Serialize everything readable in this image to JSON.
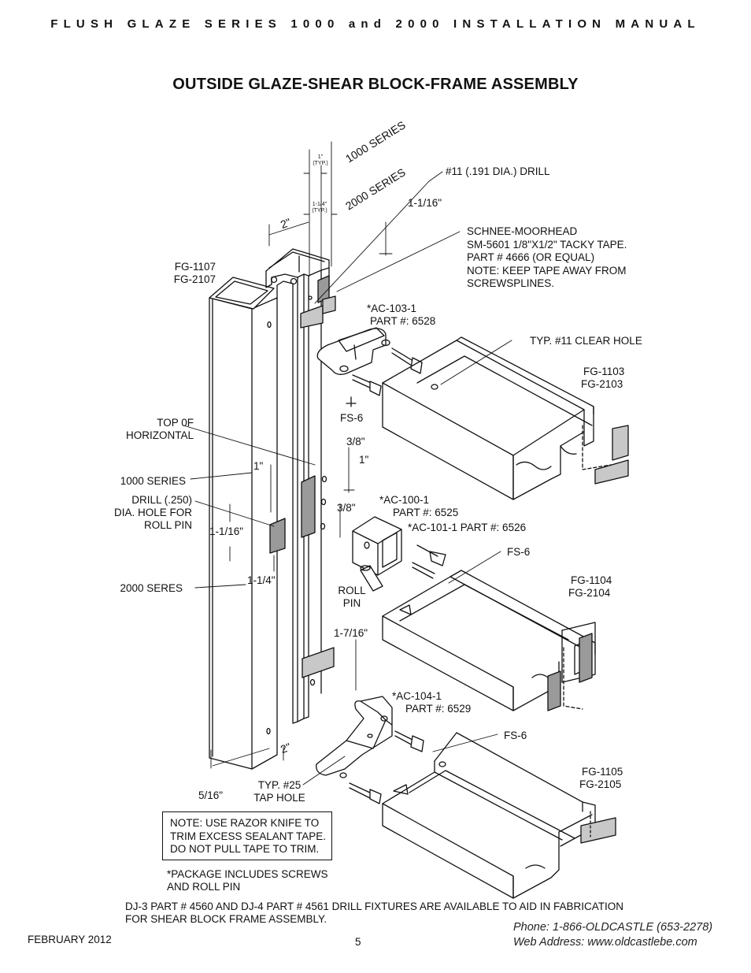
{
  "header": {
    "running_title": "FLUSH GLAZE SERIES 1000 and 2000 INSTALLATION MANUAL"
  },
  "page": {
    "title": "OUTSIDE GLAZE-SHEAR BLOCK-FRAME ASSEMBLY"
  },
  "dimensions": {
    "d_1000_series": "1000 SERIES",
    "d_2000_series": "2000 SERIES",
    "d_1_typ": "1\"",
    "d_1_typ_sub": "(TYP.)",
    "d_1_1_4_typ": "1-1/4\"",
    "d_1_1_4_typ_sub": "(TYP.)",
    "d_2_top": "2\"",
    "d_1_1_16_top": "1-1/16\"",
    "d_3_8_top": "3/8\"",
    "d_1_right": "1\"",
    "d_3_8_mid": "3/8\"",
    "d_1_left": "1\"",
    "d_1_1_16_left": "1-1/16\"",
    "d_1_1_4_left": "1-1/4\"",
    "d_1_7_16": "1-7/16\"",
    "d_2_bottom": "2\"",
    "d_5_16": "5/16\""
  },
  "callouts": {
    "drill_11": "#11 (.191 DIA.) DRILL",
    "tape_line1": "SCHNEE-MOORHEAD",
    "tape_line2": "SM-5601  1/8\"X1/2\" TACKY TAPE.",
    "tape_line3": "PART # 4666 (OR EQUAL)",
    "tape_line4": "NOTE: KEEP TAPE AWAY FROM",
    "tape_line5": "SCREWSPLINES.",
    "fg1107": "FG-1107",
    "fg2107": "FG-2107",
    "ac103_line1": "*AC-103-1",
    "ac103_line2": "PART #: 6528",
    "typ11": "TYP. #11 CLEAR HOLE",
    "fg1103": "FG-1103",
    "fg2103": "FG-2103",
    "fs6_a": "FS-6",
    "top_of_line1": "TOP 0F",
    "top_of_line2": "HORIZONTAL",
    "series1000": "1000 SERIES",
    "drill250_line1": "DRILL (.250)",
    "drill250_line2": "DIA. HOLE FOR",
    "drill250_line3": "ROLL PIN",
    "ac100_line1": "*AC-100-1",
    "ac100_line2": "PART #: 6525",
    "ac101": "*AC-101-1 PART #: 6526",
    "fs6_b": "FS-6",
    "series2000": "2000 SERES",
    "fg1104": "FG-1104",
    "fg2104": "FG-2104",
    "roll_line1": "ROLL",
    "roll_line2": "PIN",
    "ac104_line1": "*AC-104-1",
    "ac104_line2": "PART #: 6529",
    "fs6_c": "FS-6",
    "fg1105": "FG-1105",
    "fg2105": "FG-2105",
    "tap25_line1": "TYP. #25",
    "tap25_line2": "TAP HOLE"
  },
  "note_box": {
    "line1": "NOTE: USE RAZOR KNIFE TO",
    "line2": "TRIM EXCESS SEALANT TAPE.",
    "line3": "DO NOT PULL TAPE TO TRIM."
  },
  "package_note": {
    "line1": "*PACKAGE INCLUDES SCREWS",
    "line2": "AND ROLL PIN"
  },
  "fixture_note": {
    "line1": "DJ-3 PART # 4560 AND DJ-4 PART # 4561 DRILL FIXTURES ARE AVAILABLE TO AID IN FABRICATION",
    "line2": "FOR SHEAR BLOCK FRAME ASSEMBLY."
  },
  "footer": {
    "date": "FEBRUARY 2012",
    "page_number": "5",
    "phone": "Phone: 1-866-OLDCASTLE (653-2278)",
    "web": "Web Address: www.oldcastlebe.com"
  },
  "colors": {
    "ink": "#111111",
    "tape": "#9a9a9a",
    "tape_light": "#c8c8c8"
  }
}
